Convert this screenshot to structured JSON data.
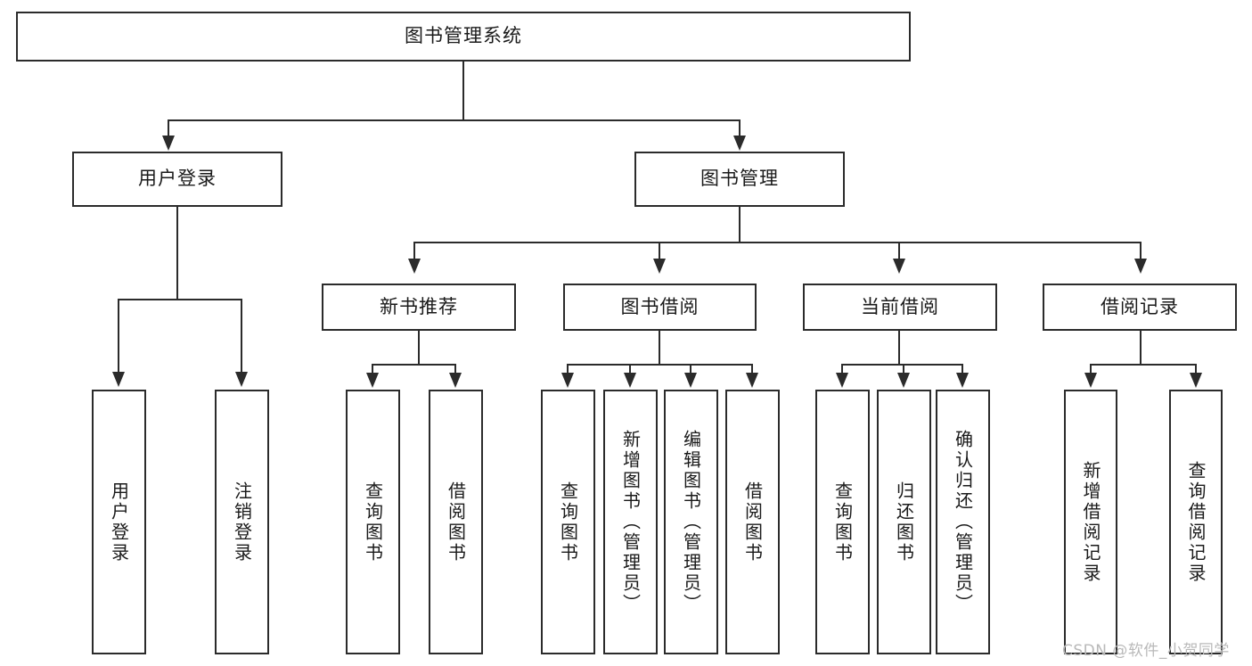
{
  "diagram": {
    "title": "图书管理系统",
    "type": "functional-structure-tree",
    "root": {
      "id": "root",
      "label": "图书管理系统"
    },
    "level2": [
      {
        "id": "user-login",
        "label": "用户登录"
      },
      {
        "id": "book-manage",
        "label": "图书管理"
      }
    ],
    "level3": [
      {
        "id": "new-book-recommend",
        "label": "新书推荐",
        "parent": "book-manage"
      },
      {
        "id": "book-borrow",
        "label": "图书借阅",
        "parent": "book-manage"
      },
      {
        "id": "current-borrow",
        "label": "当前借阅",
        "parent": "book-manage"
      },
      {
        "id": "borrow-record",
        "label": "借阅记录",
        "parent": "book-manage"
      }
    ],
    "leaves": [
      {
        "id": "leaf-user-login",
        "label": "用户登录",
        "parent": "user-login"
      },
      {
        "id": "leaf-user-logout",
        "label": "注销登录",
        "parent": "user-login"
      },
      {
        "id": "leaf-query-book-1",
        "label": "查询图书",
        "parent": "new-book-recommend"
      },
      {
        "id": "leaf-borrow-book-1",
        "label": "借阅图书",
        "parent": "new-book-recommend"
      },
      {
        "id": "leaf-query-book-2",
        "label": "查询图书",
        "parent": "book-borrow"
      },
      {
        "id": "leaf-add-book",
        "label": "新增图书（管理员）",
        "parent": "book-borrow"
      },
      {
        "id": "leaf-edit-book",
        "label": "编辑图书（管理员）",
        "parent": "book-borrow"
      },
      {
        "id": "leaf-borrow-book-2",
        "label": "借阅图书",
        "parent": "book-borrow"
      },
      {
        "id": "leaf-query-book-3",
        "label": "查询图书",
        "parent": "current-borrow"
      },
      {
        "id": "leaf-return-book",
        "label": "归还图书",
        "parent": "current-borrow"
      },
      {
        "id": "leaf-confirm-return",
        "label": "确认归还（管理员）",
        "parent": "current-borrow"
      },
      {
        "id": "leaf-add-record",
        "label": "新增借阅记录",
        "parent": "borrow-record"
      },
      {
        "id": "leaf-query-record",
        "label": "查询借阅记录",
        "parent": "borrow-record"
      }
    ]
  },
  "watermark": {
    "text": "CSDN @软件_小贺同学"
  },
  "colors": {
    "stroke": "#2b2b2b",
    "background": "#ffffff",
    "text": "#1a1a1a",
    "watermark": "#b9b9b9"
  }
}
